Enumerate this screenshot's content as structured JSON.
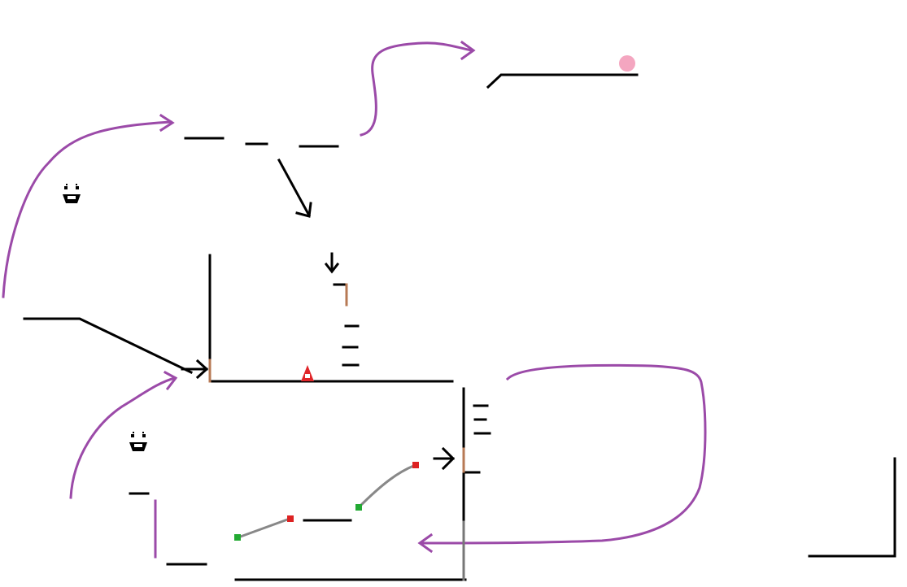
{
  "colors": {
    "background": "#ffffff",
    "ink": "#000000",
    "route": "#9b4aa8",
    "switch": "#b77a55",
    "goal": "#f4a6c0",
    "hazard": "#e0262a",
    "node_start": "#22aa33",
    "node_end": "#dd2222",
    "rope": "#888888",
    "pillar": "#777777"
  },
  "icons": {
    "creature": "smiling-face-icon",
    "goal": "pink-ball-icon",
    "hazard": "red-spike-icon",
    "arrow": "arrow-icon"
  },
  "game": {
    "creature_count": 2,
    "goal_count": 1,
    "hazard_count": 1,
    "route_count": 5,
    "rope_count": 2
  }
}
